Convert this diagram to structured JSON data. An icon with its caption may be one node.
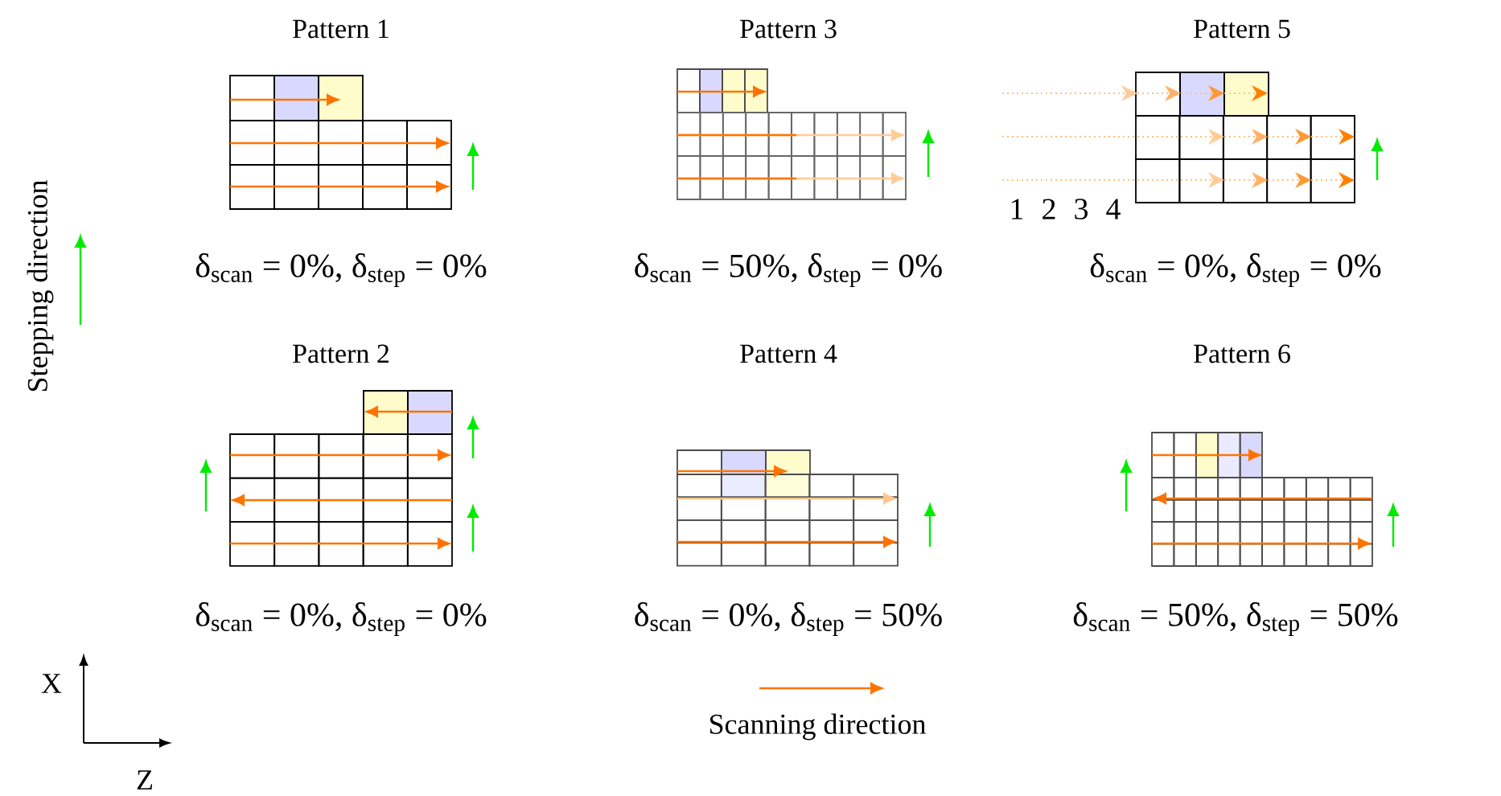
{
  "diagram": {
    "labels": [
      "Pattern 1",
      "Pattern 3",
      "Pattern 5",
      "δ$_{scan}$ = 0%, δ$_{step}$ = 0%",
      "δ$_{scan}$ = 50%, δ$_{step}$ = 0%",
      "δ$_{scan}$ = 0%, δ$_{step}$ = 0%",
      "Pattern 2",
      "Pattern 4",
      "Pattern 6",
      "δ$_{scan}$ = 0%, δ$_{step}$ = 0%",
      "δ$_{scan}$ = 0%, δ$_{step}$ = 50%",
      "δ$_{scan}$ = 50%, δ$_{step}$ = 50%",
      "1",
      "2",
      "3",
      "4",
      "Stepping direction",
      "X",
      "Z",
      "Scanning direction"
    ]
  }
}
